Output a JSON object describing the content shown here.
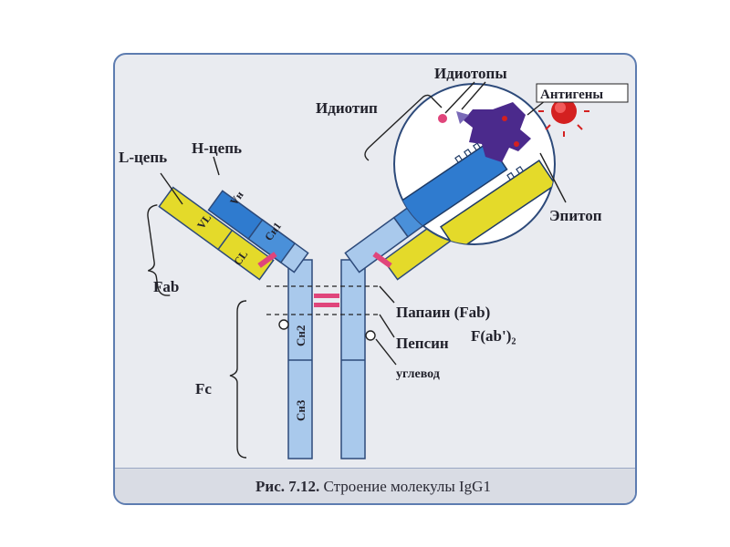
{
  "caption": {
    "figure_number": "Рис. 7.12.",
    "title": "Строение молекулы IgG1"
  },
  "labels": {
    "l_chain": "L-цепь",
    "h_chain": "Н-цепь",
    "fab": "Fab",
    "fc": "Fc",
    "papain": "Папаин (Fab)",
    "pepsin": "Пепсин",
    "fab2": "F(ab')₂",
    "carbohydrate": "углевод",
    "idiotype": "Идиотип",
    "idiotopes": "Идиотопы",
    "antigens": "Антигены",
    "epitope": "Эпитоп"
  },
  "domains": {
    "vh": "Vн",
    "ch1": "Cн1",
    "vl": "VL",
    "cl": "CL",
    "ch2": "Cн2",
    "ch3": "Cн3"
  },
  "colors": {
    "heavy_chain": "#4a90d9",
    "light_chain": "#e4da2a",
    "fc_region": "#a9c9ec",
    "disulfide": "#e0457b",
    "antigen": "#d42020",
    "epitope_shape": "#4b2a8c",
    "frame_border": "#5d7cb0",
    "background": "#e9ebf0"
  }
}
